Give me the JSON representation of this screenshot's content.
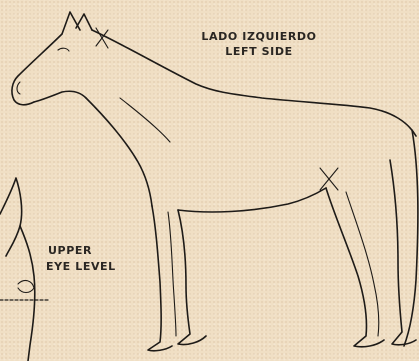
{
  "labels": {
    "side_spanish": "LADO IZQUIERDO",
    "side_english": "LEFT SIDE",
    "eye_line1": "UPPER",
    "eye_line2": "EYE LEVEL"
  },
  "colors": {
    "paper": "#f0dfc4",
    "ink": "#1e1b18"
  },
  "figures": {
    "horse": "horse-left-side-outline",
    "head_detail": "horse-head-front-outline",
    "marks": [
      "poll-x-mark",
      "stifle-x-mark"
    ]
  }
}
